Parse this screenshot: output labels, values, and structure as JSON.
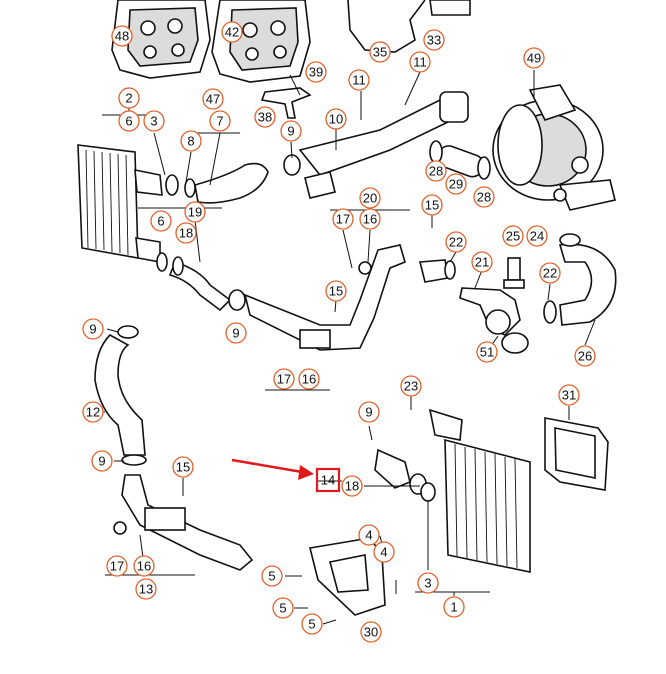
{
  "diagram": {
    "highlight_color": "#e01a1a",
    "callout_border_color": "#e0612b",
    "highlighted_label": "14",
    "callouts": [
      "48",
      "42",
      "47",
      "38",
      "39",
      "35",
      "33",
      "11",
      "11",
      "49",
      "2",
      "6",
      "3",
      "7",
      "8",
      "9",
      "10",
      "28",
      "29",
      "28",
      "6",
      "18",
      "19",
      "17",
      "16",
      "20",
      "15",
      "22",
      "25",
      "24",
      "21",
      "22",
      "15",
      "9",
      "51",
      "26",
      "17",
      "16",
      "9",
      "12",
      "23",
      "31",
      "9",
      "14",
      "18",
      "9",
      "15",
      "16",
      "17",
      "13",
      "4",
      "4",
      "5",
      "5",
      "5",
      "30",
      "3",
      "1"
    ]
  }
}
